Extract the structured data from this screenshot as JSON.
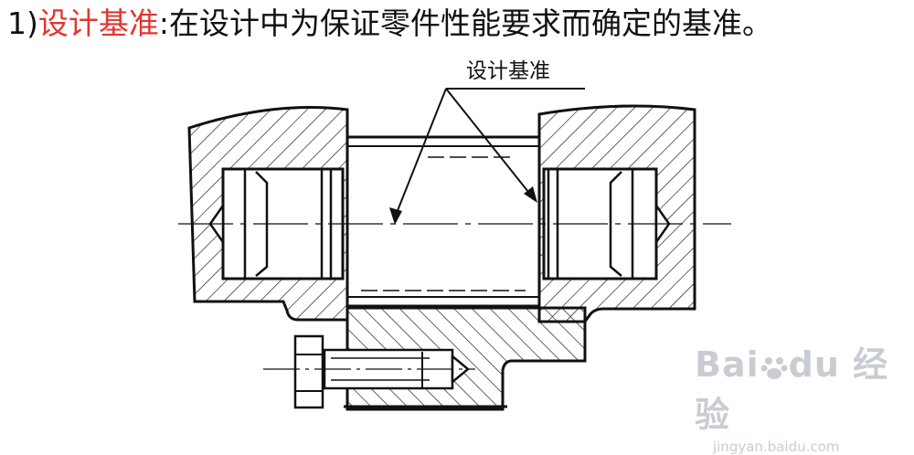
{
  "heading": {
    "number": "1)",
    "term": "设计基准",
    "separator": ":",
    "definition": "在设计中为保证零件性能要求而确定的基准。",
    "term_color": "#e3342f"
  },
  "diagram": {
    "callout_label": "设计基准"
  },
  "watermark": {
    "brand_left": "Bai",
    "brand_right": "du",
    "service": "经验",
    "url": "jingyan.baidu.com"
  }
}
